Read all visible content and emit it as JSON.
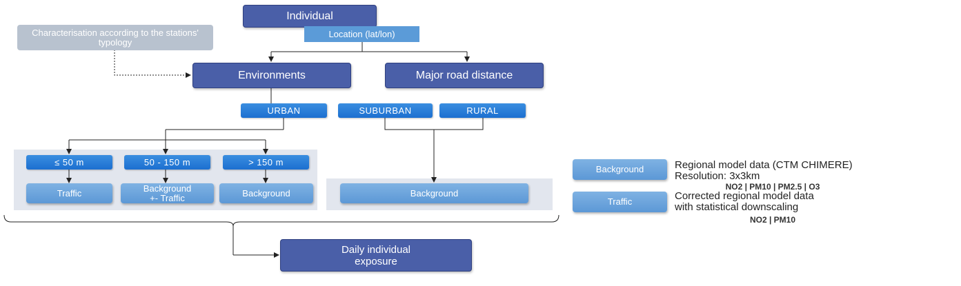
{
  "top": {
    "individual": "Individual",
    "location": "Location (lat/lon)",
    "characterisation": "Characterisation according to the stations' typology"
  },
  "branches": {
    "environments": "Environments",
    "major_road": "Major road distance"
  },
  "environment_types": {
    "urban": "URBAN",
    "suburban": "SUBURBAN",
    "rural": "RURAL"
  },
  "distances": {
    "d1": "≤ 50 m",
    "d2": "50 - 150 m",
    "d3": "> 150 m"
  },
  "results": {
    "r1": "Traffic",
    "r2_line1": "Background",
    "r2_line2": "+- Traffic",
    "r3": "Background",
    "r4": "Background"
  },
  "output": {
    "line1": "Daily individual",
    "line2": "exposure"
  },
  "legend": [
    {
      "chip": "Background",
      "line1": "Regional model data (CTM CHIMERE)",
      "line2": "Resolution: 3x3km",
      "pollutants": "NO2 | PM10 | PM2.5 | O3"
    },
    {
      "chip": "Traffic",
      "line1": "Corrected regional model data",
      "line2": "with statistical downscaling",
      "pollutants": "NO2 | PM10"
    }
  ],
  "colors": {
    "navy": "#4a5fa8",
    "blue": "#1c6fd0",
    "light_blue": "#6fa6dd",
    "gray_box": "#b8c2cf",
    "panel": "#e2e6ee"
  }
}
